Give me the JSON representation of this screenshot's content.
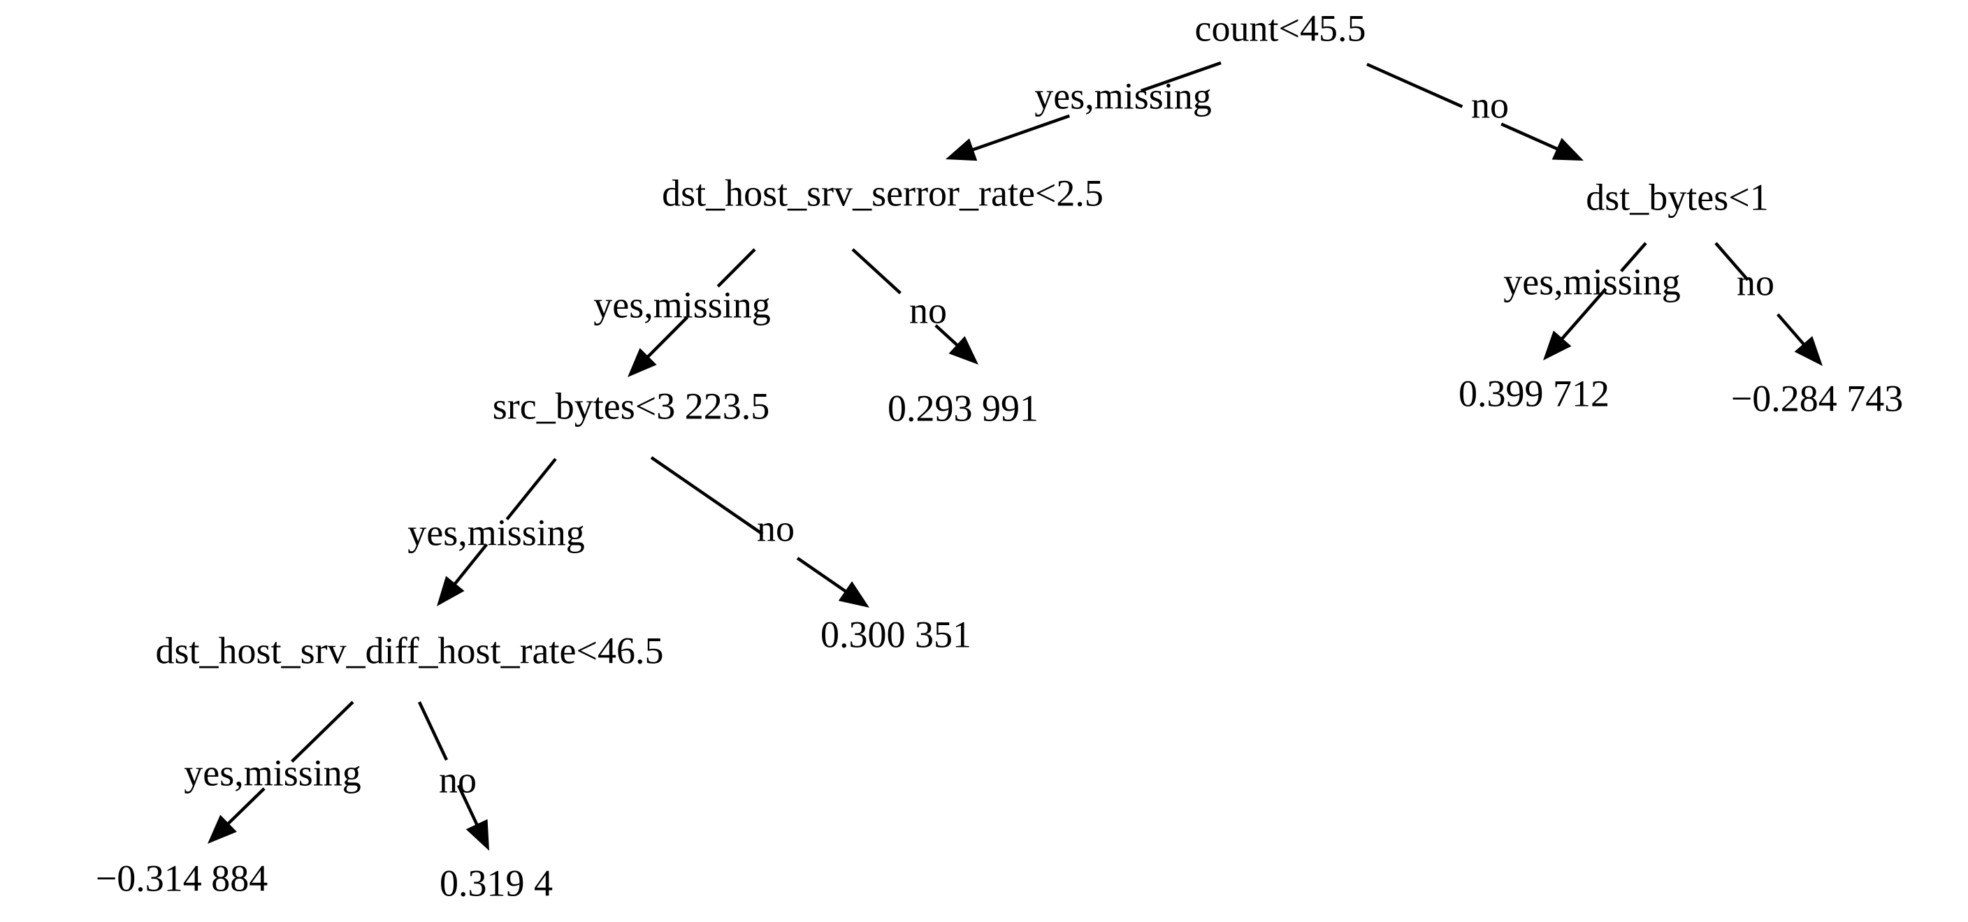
{
  "tree": {
    "nodes": [
      {
        "id": "n0",
        "label": "count<45.5"
      },
      {
        "id": "n1",
        "label": "dst_host_srv_serror_rate<2.5"
      },
      {
        "id": "n2",
        "label": "dst_bytes<1"
      },
      {
        "id": "n3",
        "label": "src_bytes<3 223.5"
      },
      {
        "id": "n4",
        "label": "0.293 991"
      },
      {
        "id": "n5",
        "label": "0.399 712"
      },
      {
        "id": "n6",
        "label": "−0.284 743"
      },
      {
        "id": "n7",
        "label": "dst_host_srv_diff_host_rate<46.5"
      },
      {
        "id": "n8",
        "label": "0.300 351"
      },
      {
        "id": "n9",
        "label": "−0.314 884"
      },
      {
        "id": "n10",
        "label": "0.319 4"
      }
    ],
    "edges": [
      {
        "from": "n0",
        "to": "n1",
        "label": "yes,missing"
      },
      {
        "from": "n0",
        "to": "n2",
        "label": "no"
      },
      {
        "from": "n1",
        "to": "n3",
        "label": "yes,missing"
      },
      {
        "from": "n1",
        "to": "n4",
        "label": "no"
      },
      {
        "from": "n2",
        "to": "n5",
        "label": "yes,missing"
      },
      {
        "from": "n2",
        "to": "n6",
        "label": "no"
      },
      {
        "from": "n3",
        "to": "n7",
        "label": "yes,missing"
      },
      {
        "from": "n3",
        "to": "n8",
        "label": "no"
      },
      {
        "from": "n7",
        "to": "n9",
        "label": "yes,missing"
      },
      {
        "from": "n7",
        "to": "n10",
        "label": "no"
      }
    ]
  },
  "colors": {
    "line": "#000000",
    "text": "#000000",
    "background": "#ffffff"
  }
}
